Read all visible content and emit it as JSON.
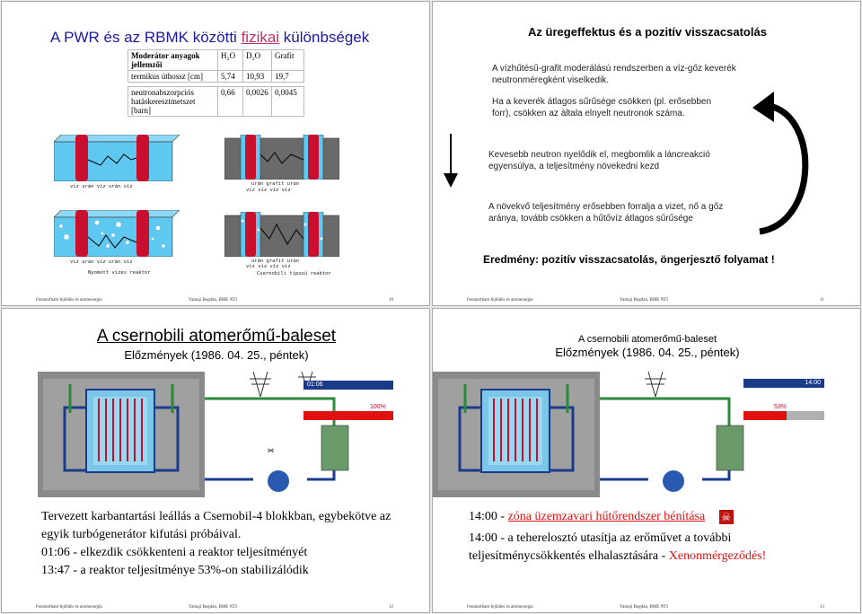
{
  "slide1": {
    "title_pre": "A PWR és az RBMK közötti ",
    "title_link": "fizikai",
    "title_post": " különbségek",
    "table": {
      "h_label": "Moderátor anyagok jellemzői",
      "h_col1": "H₂O",
      "h_col2": "D₂O",
      "h_col3": "Grafit",
      "r1_label": "termikus úthossz [cm]",
      "r1_v1": "5,74",
      "r1_v2": "10,93",
      "r1_v3": "19,7",
      "r2_label": "neutronabszorpciós hatáskeresztmetszet [barn]",
      "r2_v1": "0,66",
      "r2_v2": "0,0026",
      "r2_v3": "0,0045"
    },
    "labels": {
      "pwr_row1": "víz  urán     víz      urán  víz",
      "rbmk_top1": "urán         grafit       urán",
      "rbmk_bot1": "víz  víz                   víz  víz",
      "pwr_row2": "víz  urán     víz      urán  víz",
      "rbmk_top2": "urán         grafit       urán",
      "rbmk_bot2": "víz  víz                   víz  víz",
      "pwr_caption": "Nyomott vizes reaktor",
      "rbmk_caption": "Csernobili típusú reaktor"
    },
    "footer": {
      "left": "Fenntartható fejlődés és atomenergia",
      "center": "Yamaji Bogdán, BME NTI",
      "page": "10"
    }
  },
  "slide2": {
    "title": "Az üregeffektus és a pozitív visszacsatolás",
    "p1": "A vízhűtésű-grafit moderálású rendszerben a víz-gőz keverék neutronméregként viselkedik.",
    "p2": "Ha a keverék átlagos sűrűsége csökken (pl. erősebben forr), csökken az általa elnyelt neutronok száma.",
    "p3": "Kevesebb neutron nyelődik el, megbomlik a láncreakció egyensúlya, a teljesítmény növekedni kezd",
    "p4": "A növekvő teljesítmény erősebben forralja a vizet, nő a gőz aránya, tovább csökken a hűtővíz átlagos sűrűsége",
    "result": "Eredmény: pozitív visszacsatolás, öngerjesztő folyamat !",
    "footer": {
      "left": "Fenntartható fejlődés és atomenergia",
      "center": "Yamaji Bogdán, BME NTI",
      "page": "11"
    }
  },
  "slide3": {
    "title": "A csernobili atomerőmű-baleset",
    "subtitle": "Előzmények (1986. 04. 25., péntek)",
    "time_label": "01:06",
    "power_label": "100%",
    "text1": "Tervezett karbantartási leállás a Csernobil-4 blokkban, egybekötve az egyik turbógenerátor kifutási próbáival.",
    "text2": "01:06 - elkezdik csökkenteni a reaktor teljesítményét",
    "text3": "13:47 - a reaktor teljesítménye 53%-on stabilizálódik",
    "footer": {
      "left": "Fenntartható fejlődés és atomenergia",
      "center": "Yamaji Bogdán, BME NTI",
      "page": "12"
    }
  },
  "slide4": {
    "title": "A csernobili atomerőmű-baleset",
    "subtitle": "Előzmények (1986. 04. 25., péntek)",
    "time_label": "14:00",
    "power_label": "53%",
    "line1_time": "14:00 - ",
    "line1_red": "zóna üzemzavari hűtőrendszer bénítása",
    "line2_pre": "14:00 - a teherelosztó utasítja az erőművet a további teljesítménycsökkentés elhalasztására - ",
    "line2_red": "Xenonmérgeződés!",
    "footer": {
      "left": "Fenntartható fejlődés és atomenergia",
      "center": "Yamaji Bogdán, BME NTI",
      "page": "13"
    }
  },
  "colors": {
    "title_blue": "#1a1aa0",
    "link_pink": "#c0306a",
    "water_blue": "#5ec8f0",
    "fuel_red": "#c8102e",
    "steam_green": "#2a8a3a",
    "power_red": "#e01010",
    "power_gray": "#b0b0b0"
  },
  "progress": {
    "slide3_power": 1.0,
    "slide4_power": 0.53
  }
}
